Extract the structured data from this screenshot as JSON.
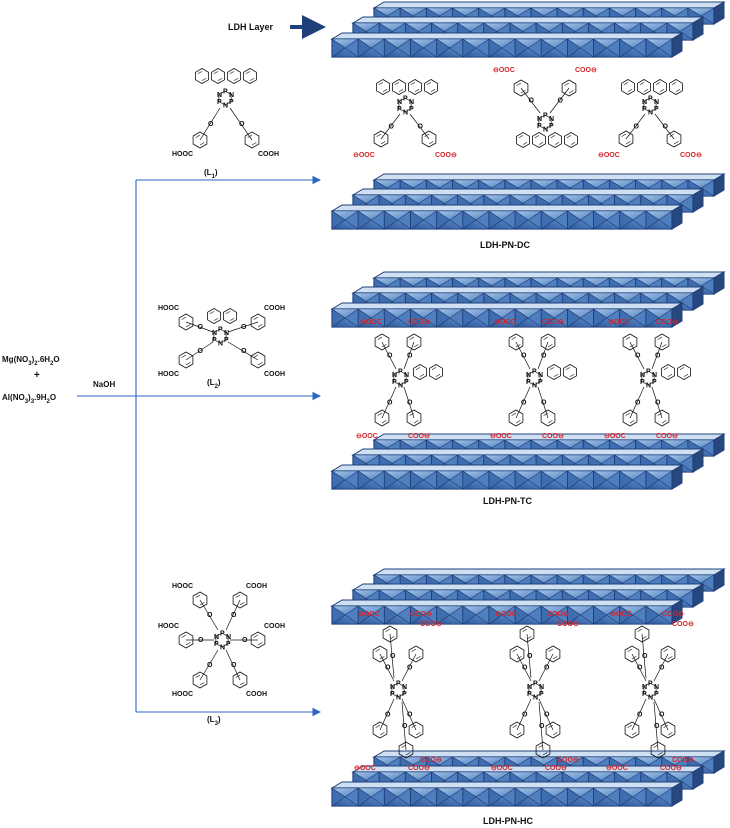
{
  "reactants": {
    "mg": "Mg(NO3)2.6H2O",
    "plus": "+",
    "al": "Al(NO3)3.9H2O"
  },
  "reagent": "NaOH",
  "ldh_layer_label": "LDH Layer",
  "ligands": [
    {
      "label": "(L1)",
      "acid": "COOH",
      "acid_left": "HOOC"
    },
    {
      "label": "(L2)",
      "acid": "COOH",
      "acid_left": "HOOC"
    },
    {
      "label": "(L3)",
      "acid": "COOH",
      "acid_left": "HOOC"
    }
  ],
  "products": [
    {
      "label": "LDH-PN-DC"
    },
    {
      "label": "LDH-PN-TC"
    },
    {
      "label": "LDH-PN-HC"
    }
  ],
  "anion_labels": {
    "right": "COO⊖",
    "left": "⊖OOC"
  },
  "ring_atoms": {
    "p": "P",
    "n": "N",
    "o": "O"
  },
  "colors": {
    "layer_face": "#4f7fbf",
    "layer_light": "#a9c8ea",
    "layer_dark": "#1f3f7a",
    "arrow": "#2a66c6",
    "anion": "#d4252b"
  }
}
